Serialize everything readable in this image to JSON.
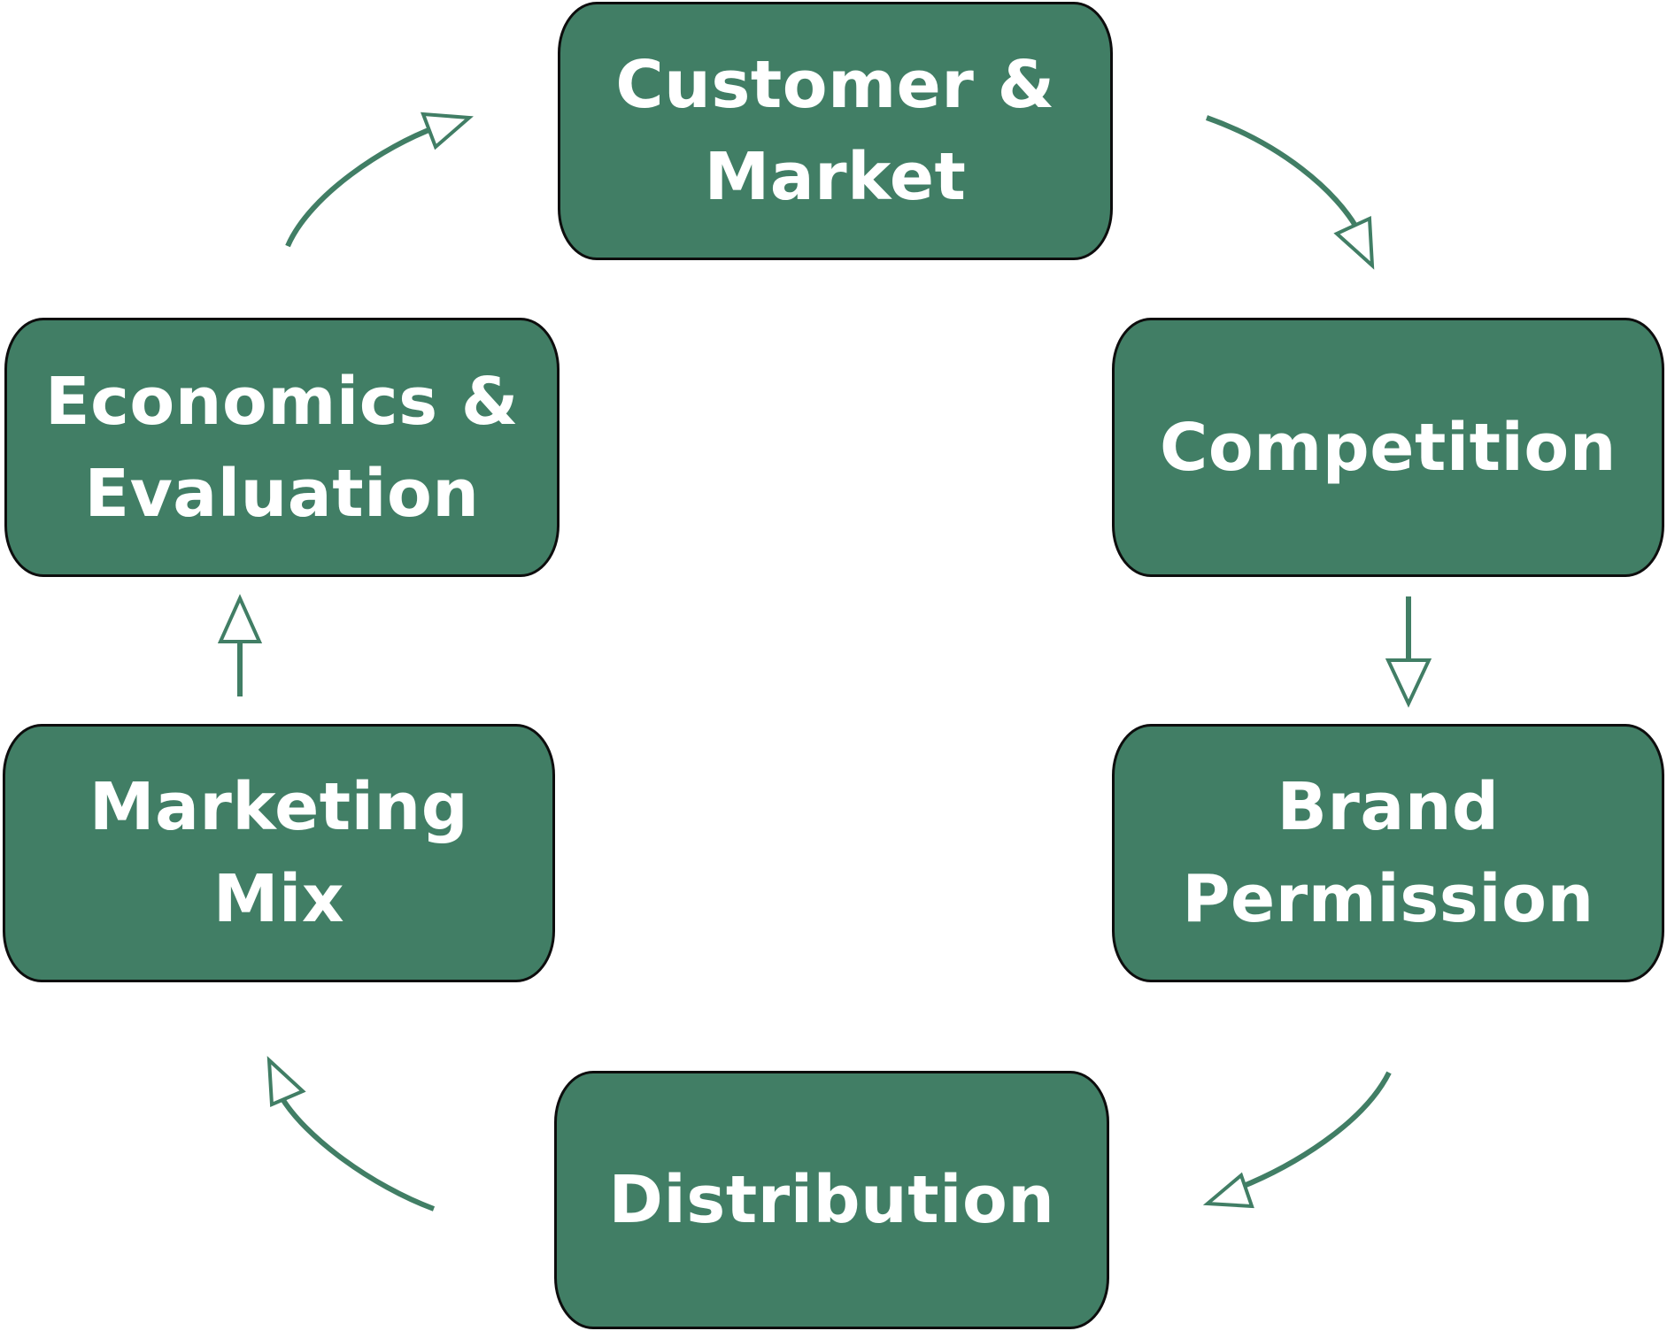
{
  "diagram": {
    "accent_color": "#417e65",
    "border_color": "#0d0d0d",
    "text_color": "#ffffff",
    "nodes": {
      "customer_market": "Customer &\nMarket",
      "competition": "Competition",
      "brand_permission": "Brand\nPermission",
      "distribution": "Distribution",
      "marketing_mix": "Marketing\nMix",
      "economics_evaluation": "Economics &\nEvaluation"
    }
  }
}
